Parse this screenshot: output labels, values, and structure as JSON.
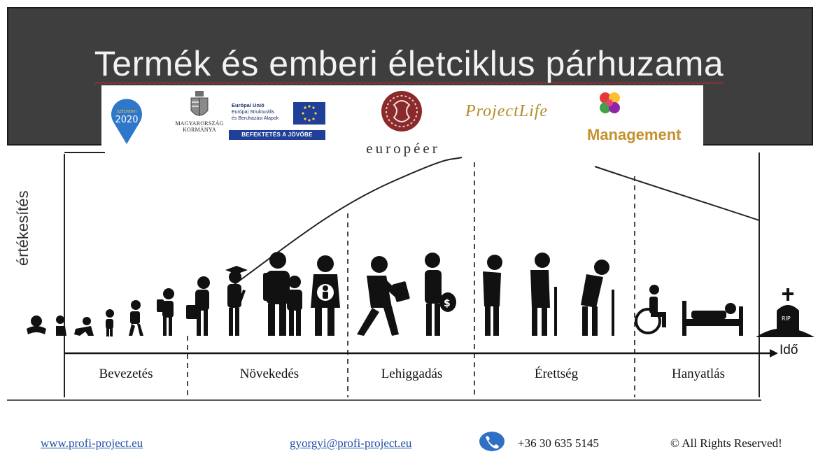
{
  "title": "Termék és emberi életciklus párhuzama",
  "logos": {
    "szechenyi": [
      "SZÉCHENYI",
      "2020"
    ],
    "government": [
      "MAGYARORSZÁG",
      "KORMÁNYA"
    ],
    "eu": {
      "lines": [
        "Európai Unió",
        "Európai Strukturális",
        "és Beruházási Alapok"
      ],
      "banner": "BEFEKTETÉS A JÖVŐBE"
    },
    "europeer": "européer",
    "project_life": {
      "script": "ProjectLife",
      "word": "Management"
    }
  },
  "diagram": {
    "ylabel": "értékesítés",
    "xlabel": "Idő",
    "phases": [
      "Bevezetés",
      "Növekedés",
      "Lehiggadás",
      "Érettség",
      "Hanyatlás"
    ],
    "grave_text": "RIP",
    "stages": [
      "baby",
      "crawler",
      "toddler",
      "child",
      "schoolchild",
      "teen",
      "student",
      "graduate",
      "father-with-child",
      "pregnant-mother",
      "worker",
      "businessman-with-money-bag",
      "stooped-adult",
      "elder-with-cane",
      "bent-elder-with-cane",
      "wheelchair",
      "bedridden",
      "grave"
    ]
  },
  "footer": {
    "website": "www.profi-project.eu",
    "email": "gyorgyi@profi-project.eu",
    "phone": "+36 30 635 5145",
    "rights": "© All Rights Reserved!"
  },
  "colors": {
    "header_bg": "#3e3e3e",
    "title_text": "#f2f2f2",
    "link": "#1f4ea8",
    "gold": "#c4922e",
    "eu_blue": "#1f3f99",
    "szechenyi_blue": "#2f77c9"
  }
}
